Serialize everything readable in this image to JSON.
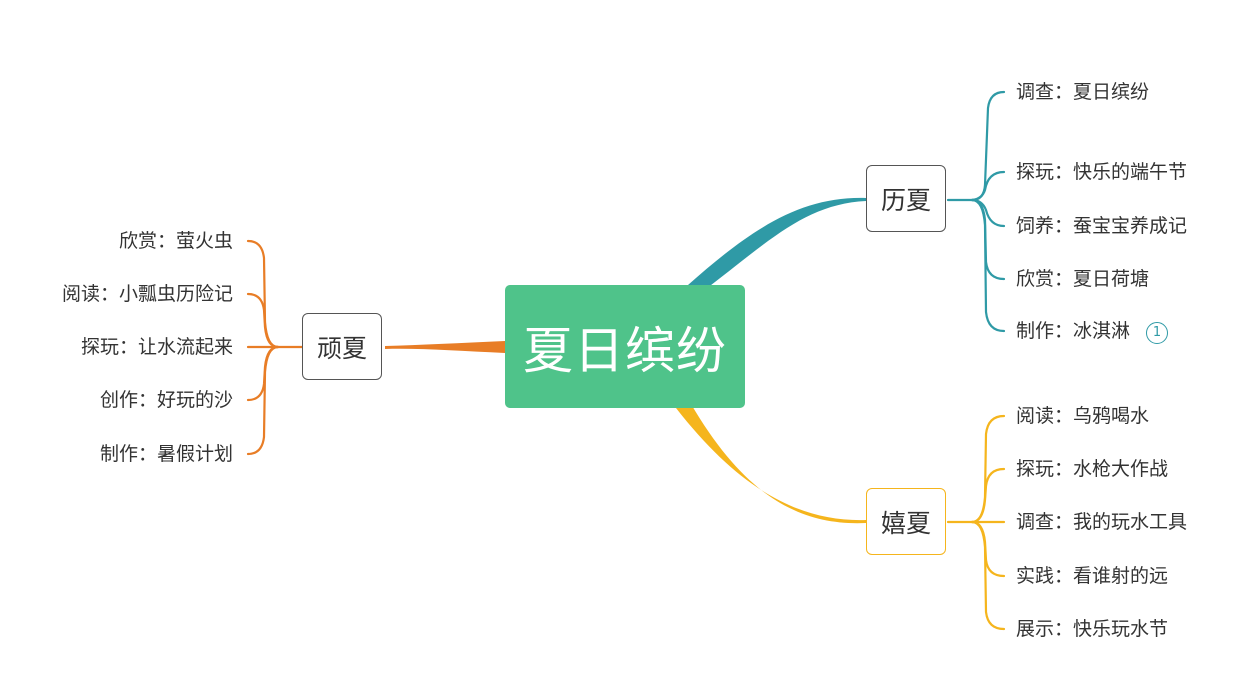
{
  "central": {
    "label": "夏日缤纷",
    "color": "#4fc38a"
  },
  "branches": {
    "lixia": {
      "label": "历夏",
      "color": "#2f9aa6",
      "leaves": [
        "调查：夏日缤纷",
        "探玩：快乐的端午节",
        "饲养：蚕宝宝养成记",
        "欣赏：夏日荷塘",
        "制作：冰淇淋"
      ],
      "badge": "1"
    },
    "xixia": {
      "label": "嬉夏",
      "color": "#f5b51d",
      "leaves": [
        "阅读：乌鸦喝水",
        "探玩：水枪大作战",
        "调查：我的玩水工具",
        "实践：看谁射的远",
        "展示：快乐玩水节"
      ]
    },
    "wanxia": {
      "label": "顽夏",
      "color": "#e87d26",
      "leaves": [
        "欣赏：萤火虫",
        "阅读：小瓢虫历险记",
        "探玩：让水流起来",
        "创作：好玩的沙",
        "制作：暑假计划"
      ]
    }
  }
}
